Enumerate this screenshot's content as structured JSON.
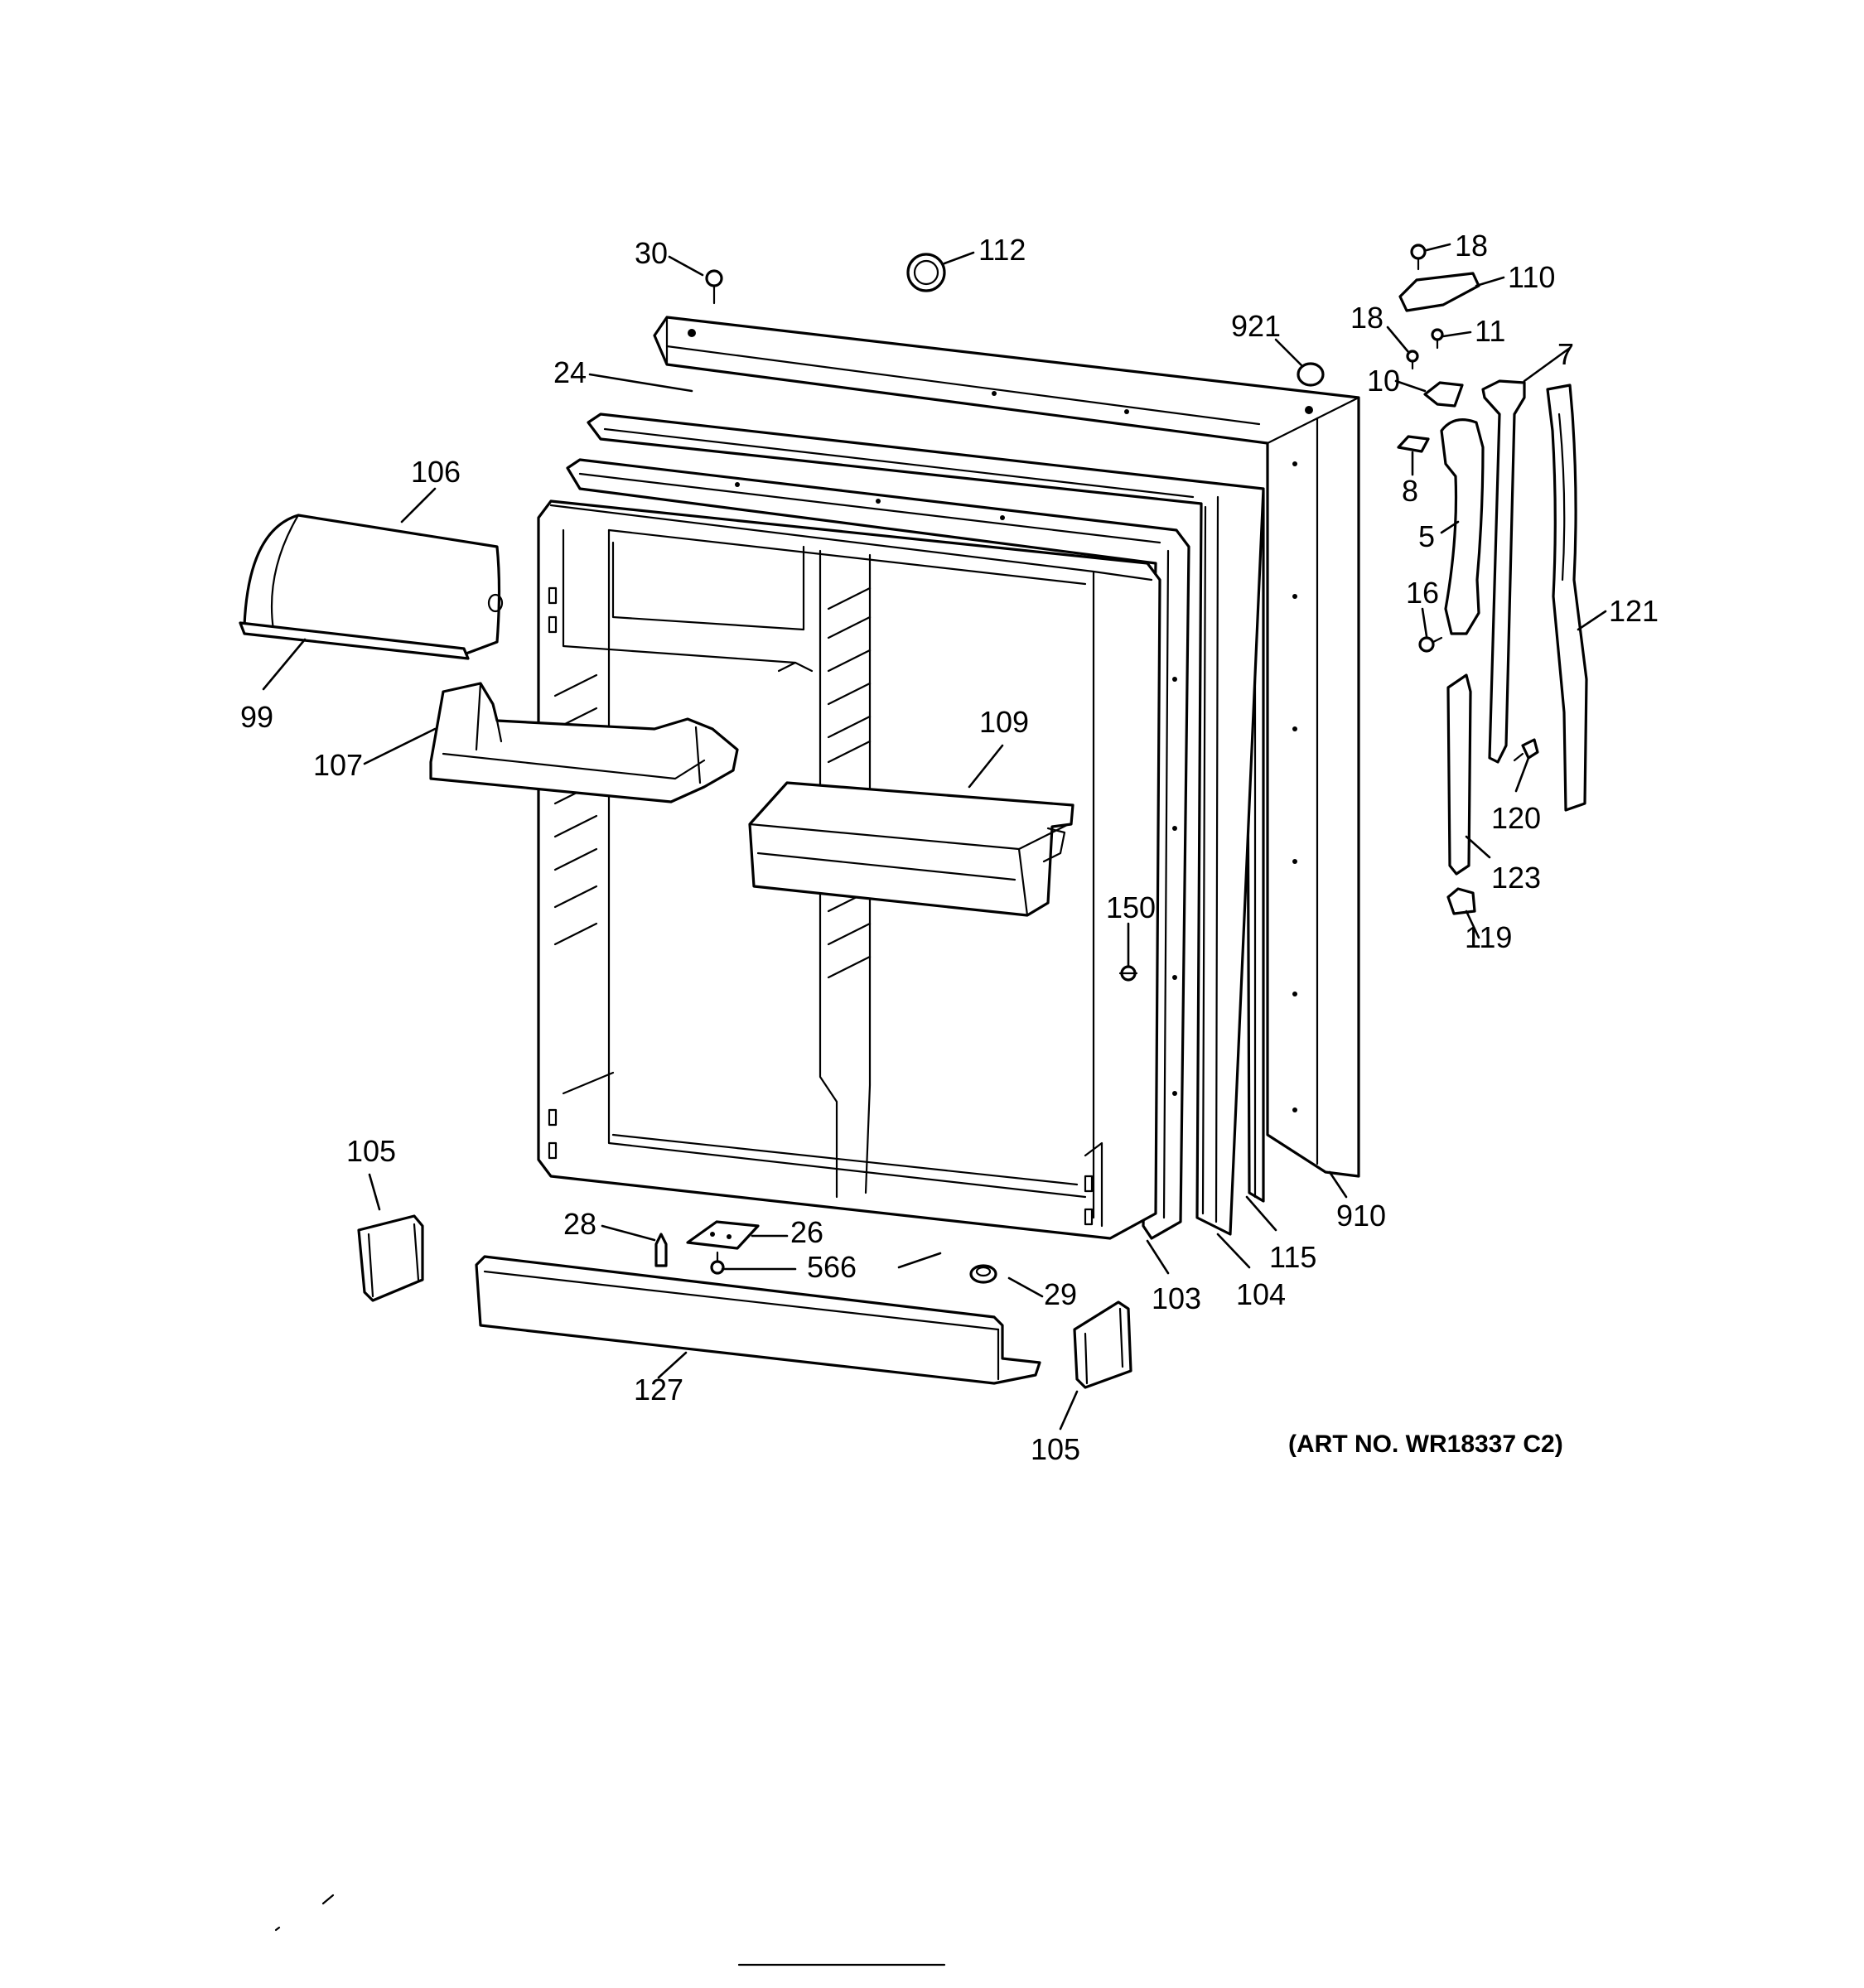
{
  "diagram": {
    "art_number": "(ART NO. WR18337 C2)",
    "callouts": [
      {
        "id": "c30",
        "text": "30"
      },
      {
        "id": "c112",
        "text": "112"
      },
      {
        "id": "c18a",
        "text": "18"
      },
      {
        "id": "c110",
        "text": "110"
      },
      {
        "id": "c921",
        "text": "921"
      },
      {
        "id": "c18b",
        "text": "18"
      },
      {
        "id": "c11",
        "text": "11"
      },
      {
        "id": "c7",
        "text": "7"
      },
      {
        "id": "c24",
        "text": "24"
      },
      {
        "id": "c10",
        "text": "10"
      },
      {
        "id": "c8",
        "text": "8"
      },
      {
        "id": "c106",
        "text": "106"
      },
      {
        "id": "c5",
        "text": "5"
      },
      {
        "id": "c16",
        "text": "16"
      },
      {
        "id": "c121",
        "text": "121"
      },
      {
        "id": "c99",
        "text": "99"
      },
      {
        "id": "c109",
        "text": "109"
      },
      {
        "id": "c107",
        "text": "107"
      },
      {
        "id": "c120",
        "text": "120"
      },
      {
        "id": "c123",
        "text": "123"
      },
      {
        "id": "c150",
        "text": "150"
      },
      {
        "id": "c119",
        "text": "119"
      },
      {
        "id": "c105a",
        "text": "105"
      },
      {
        "id": "c910",
        "text": "910"
      },
      {
        "id": "c28",
        "text": "28"
      },
      {
        "id": "c26",
        "text": "26"
      },
      {
        "id": "c115",
        "text": "115"
      },
      {
        "id": "c566",
        "text": "566"
      },
      {
        "id": "c29",
        "text": "29"
      },
      {
        "id": "c103",
        "text": "103"
      },
      {
        "id": "c104",
        "text": "104"
      },
      {
        "id": "c127",
        "text": "127"
      },
      {
        "id": "c105b",
        "text": "105"
      }
    ]
  }
}
